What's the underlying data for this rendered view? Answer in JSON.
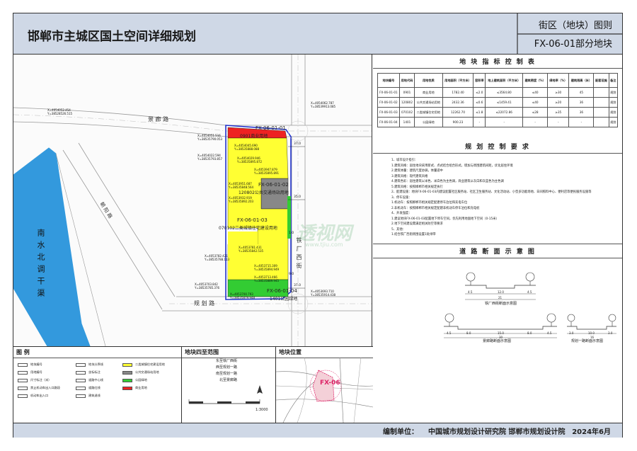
{
  "header": {
    "title": "邯郸市主城区国土空间详细规划",
    "subtitle": "街区（地块）图则",
    "sheet_id": "FX-06-01部分地块"
  },
  "indicator_table": {
    "title": "地 块 指 标 控 制 表",
    "columns": [
      "地块编号",
      "用地代码",
      "用地性质",
      "用地面积（平方米）",
      "容积率",
      "地上建筑面积（平方米）",
      "建筑密度（%）",
      "绿地率（%）",
      "建筑限高（米）",
      "配套设施",
      "备注"
    ],
    "rows": [
      [
        "FX-06-01-01",
        "0901",
        "商业用地",
        "1782.40",
        "≤2.0",
        "≤3564.80",
        "≤40",
        "≥30",
        "45",
        "",
        "规划"
      ],
      [
        "FX-06-01-02",
        "120802",
        "公共交通场站用地",
        "2432.36",
        "≤0.6",
        "≤1459.41",
        "≤40",
        "≥20",
        "36",
        "",
        "规划"
      ],
      [
        "FX-06-01-03",
        "070102",
        "二类城镇住宅用地",
        "12262.70",
        "≤1.8",
        "≤22072.86",
        "≤28",
        "≥35",
        "36",
        "",
        "规划"
      ],
      [
        "FX-06-01-04",
        "1401",
        "公园绿地",
        "900.23",
        "-",
        "-",
        "-",
        "-",
        "-",
        "",
        "规划"
      ]
    ]
  },
  "requirements": {
    "title": "规 划 控 制 要 求",
    "items": [
      "1、城市设计指引：",
      "1.建筑风格：居住地块采用新式、点式结合组合形式，增加与周围建筑间距，优化居住环境",
      "2.建筑体量：建筑尺度协调，体量适中",
      "3.建筑风格：现代建筑风格",
      "4.建筑色彩：居住建筑以米色、米白色为主色调，商业建筑以灰白和灰蓝色为主色调",
      "5.建筑风格：按照邯郸市相关规定执行",
      "2、配建设施：地块FX-06-01-03内建议配置社区服务站、社区卫生服务站、文化活动站、小型多功能场地、日间照料中心、便利店等便民服务设施等",
      "3、停车设施：",
      "1.机动车：按照邯郸市相关规定配建停车泊位和充电车位",
      "2.非机动车：按照邯郸市相关规定配建非机动车停车泊位和充电桩",
      "4、开发强度：",
      "1.建议地块FX-06-01-03配置地下停车空间，优先利用地面地下空间（0-15米）",
      "2.地下空间建设需满足相关防空等要求",
      "5、其他：",
      "1.结合铁厂西街周围设置1处绿带"
    ]
  },
  "road_sections": {
    "title": "道 路 断 面 示 意 图",
    "section1_label": "铁厂西街断面示意图",
    "section1_dims": [
      "4.5",
      "12.0",
      "4.5"
    ],
    "section1_total": "21",
    "section2_label": "景廊路断面示意图",
    "section2_dims": [
      "4.5",
      "8.0",
      "15.0",
      "8.0",
      "4.5"
    ],
    "section2_total": "30",
    "section3_label": "规划一路断面示意图",
    "section3_dims": [
      "3.0",
      "10.0",
      "3.0"
    ],
    "section3_total": "16"
  },
  "map": {
    "roads": {
      "north": "景 廊 路",
      "south": "规 划 路",
      "east": "铁厂西街",
      "river": "南水北调干渠",
      "diag": "朝 阳 路"
    },
    "plots": [
      {
        "id": "FX-06-01-01",
        "desc": "0901商业用地"
      },
      {
        "id": "FX-06-01-02",
        "desc": "120802公共交通场站用地"
      },
      {
        "id": "FX-06-01-03",
        "desc": "070102二类城镇住宅建设用地"
      },
      {
        "id": "FX-06-01-04",
        "desc": "1401公园绿地"
      }
    ],
    "coords": [
      "X=4054052.454\nY=38528526.515",
      "X=4054062.787\nY=38539913.085",
      "X=4054051.516\nY=38535790.053",
      "X=4054045.690\nY=38535888.088",
      "X=4054022.594\nY=38535793.857",
      "X=4054029.946\nY=38535895.872",
      "X=4053947.879\nY=38535895.891",
      "X=4053951.687\nY=38535848.564",
      "X=4053932.919\nY=38535892.203",
      "X=4053781.431\nY=38535842.535",
      "X=4053782.421\nY=38535788.113",
      "X=4053715.309\nY=38535894.949",
      "X=4053713.466\nY=38535889.945",
      "X=4053703.842\nY=38535785.376",
      "X=4053700.793\nY=38535879.948",
      "X=4053693.710\nY=38535914.438"
    ],
    "dims": [
      "37.0",
      "35.0",
      "37.0",
      "1.0",
      "9.0"
    ],
    "watermark": "透视网",
    "watermark_sub": "www.tjiu.com"
  },
  "legend": {
    "title": "图 例",
    "items": [
      {
        "label": "地块编号",
        "color": "#ffffff"
      },
      {
        "label": "用地编号",
        "color": "#ffffff"
      },
      {
        "label": "尺寸标注（米）",
        "color": "#ffffff"
      },
      {
        "label": "禁止机动车出入口路段",
        "color": "#ffffff"
      },
      {
        "label": "机动车出入口",
        "color": "#ffffff"
      },
      {
        "label": "地块分界线",
        "color": "#ffffff"
      },
      {
        "label": "坐标标注",
        "color": "#ffffff"
      },
      {
        "label": "道路中心线",
        "color": "#ffffff"
      },
      {
        "label": "道路红线",
        "color": "#ffffff"
      },
      {
        "label": "建筑退线",
        "color": "#ffffff"
      },
      {
        "label": "二类城镇住宅建设用地",
        "color": "#ffff33"
      },
      {
        "label": "公共交通场站用地",
        "color": "#888888"
      },
      {
        "label": "公园绿地",
        "color": "#33cc33"
      },
      {
        "label": "商业用地",
        "color": "#ee2222"
      }
    ]
  },
  "scope": {
    "title": "地块四至范围",
    "items": [
      "东至铁厂西街",
      "西至规划一路",
      "南至规划一路",
      "北至景廊路"
    ],
    "scale": "1:3000"
  },
  "location": {
    "title": "地块位置",
    "tag": "FX-06"
  },
  "footer": {
    "unit_label": "编制单位：",
    "orgs": "中国城市规划设计研究院   邯郸市规划设计院",
    "date": "2024年6月"
  },
  "colors": {
    "header_bg": "#cfd8e6",
    "residential": "#ffff33",
    "transit": "#888888",
    "green": "#33cc33",
    "commercial": "#ee2222",
    "river": "#3399dd",
    "boundary": "#2233cc"
  }
}
